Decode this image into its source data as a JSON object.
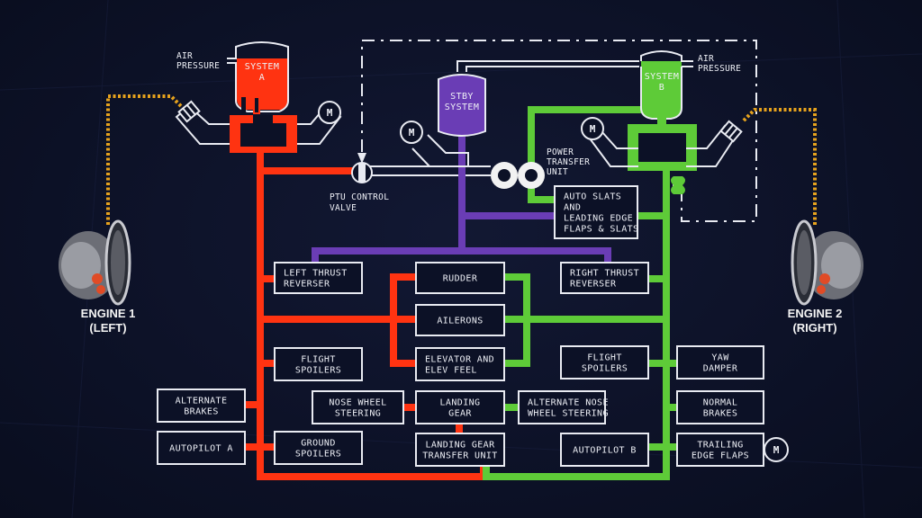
{
  "title": "Boeing 737 Hydraulic System Schematic",
  "colors": {
    "system_a": "#ff3311",
    "system_b": "#5ecb38",
    "standby": "#6a3db5",
    "return_lines": "#e9ebf2",
    "engine_drive": "#e6a21d",
    "background": "#0d1228"
  },
  "reservoirs": {
    "system_a": {
      "line1": "SYSTEM",
      "line2": "A"
    },
    "standby": {
      "line1": "STBY",
      "line2": "SYSTEM"
    },
    "system_b": {
      "line1": "SYSTEM",
      "line2": "B"
    }
  },
  "air_pressure": {
    "left": {
      "line1": "AIR",
      "line2": "PRESSURE"
    },
    "right": {
      "line1": "AIR",
      "line2": "PRESSURE"
    }
  },
  "motor_symbol": "M",
  "ptu": {
    "line1": "POWER",
    "line2": "TRANSFER",
    "line3": "UNIT"
  },
  "ptu_valve": {
    "line1": "PTU CONTROL",
    "line2": "VALVE"
  },
  "engines": {
    "left": {
      "line1": "ENGINE 1",
      "line2": "(LEFT)"
    },
    "right": {
      "line1": "ENGINE 2",
      "line2": "(RIGHT)"
    }
  },
  "components": {
    "auto_slats": [
      "AUTO SLATS",
      "AND",
      "LEADING EDGE",
      "FLAPS & SLATS"
    ],
    "left_thrust_reverser": [
      "LEFT THRUST",
      "REVERSER"
    ],
    "rudder": [
      "RUDDER"
    ],
    "right_thrust_reverser": [
      "RIGHT THRUST",
      "REVERSER"
    ],
    "ailerons": [
      "AILERONS"
    ],
    "flight_spoilers_a": [
      "FLIGHT",
      "SPOILERS"
    ],
    "elevator": [
      "ELEVATOR AND",
      "ELEV FEEL"
    ],
    "flight_spoilers_b": [
      "FLIGHT",
      "SPOILERS"
    ],
    "yaw_damper": [
      "YAW",
      "DAMPER"
    ],
    "alternate_brakes": [
      "ALTERNATE",
      "BRAKES"
    ],
    "nose_wheel_steering": [
      "NOSE WHEEL",
      "STEERING"
    ],
    "landing_gear": [
      "LANDING",
      "GEAR"
    ],
    "alt_nose_wheel_steering": [
      "ALTERNATE NOSE",
      "WHEEL STEERING"
    ],
    "normal_brakes": [
      "NORMAL",
      "BRAKES"
    ],
    "autopilot_a": [
      "AUTOPILOT A"
    ],
    "ground_spoilers": [
      "GROUND",
      "SPOILERS"
    ],
    "lg_transfer_unit": [
      "LANDING GEAR",
      "TRANSFER UNIT"
    ],
    "autopilot_b": [
      "AUTOPILOT B"
    ],
    "trailing_edge_flaps": [
      "TRAILING",
      "EDGE FLAPS"
    ]
  }
}
